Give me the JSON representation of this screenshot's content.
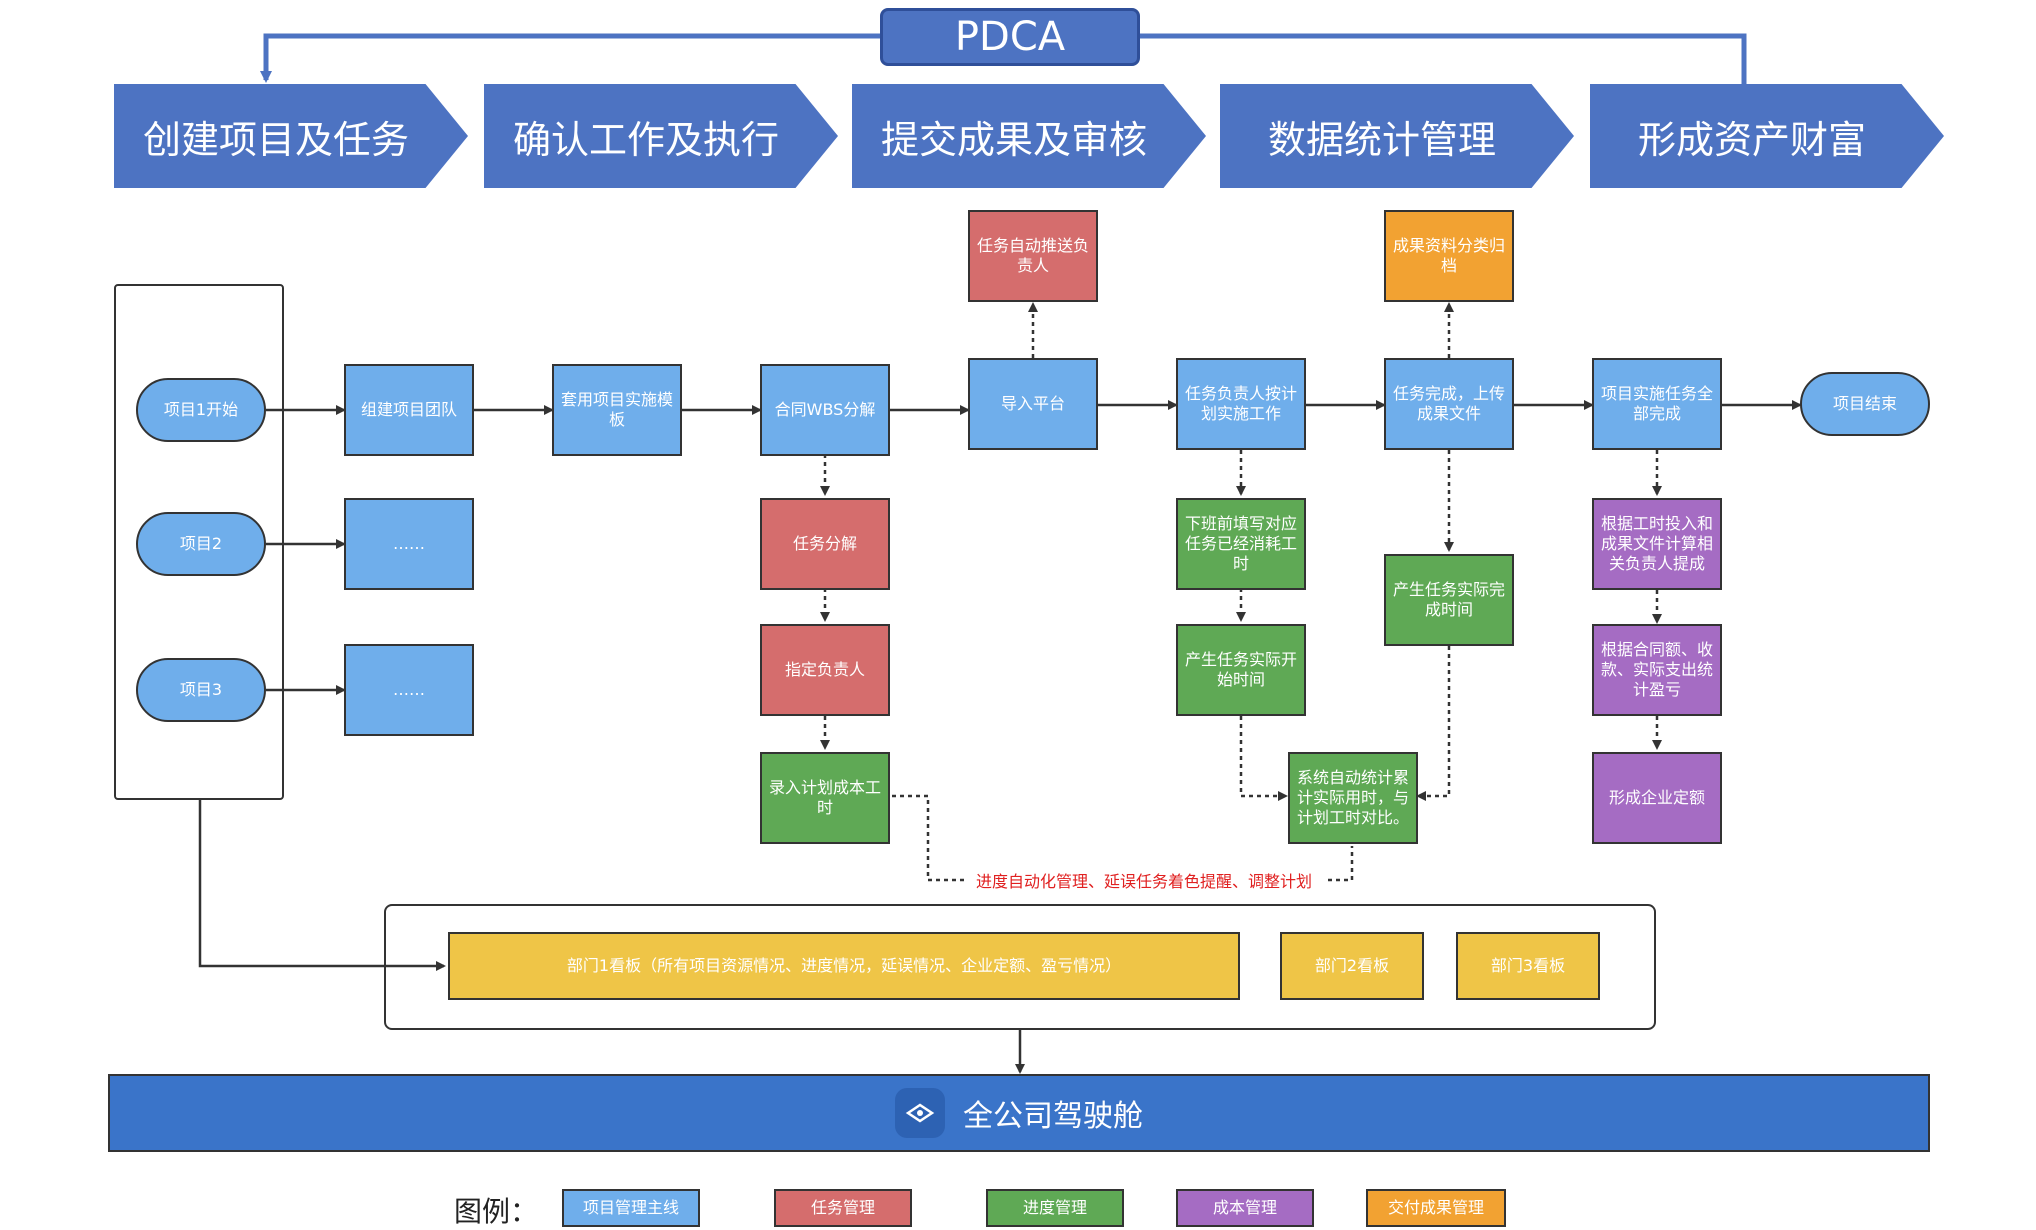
{
  "pdca": "PDCA",
  "phases": [
    "创建项目及任务",
    "确认工作及执行",
    "提交成果及审核",
    "数据统计管理",
    "形成资产财富"
  ],
  "projects": [
    "项目1开始",
    "项目2",
    "项目3"
  ],
  "flow": {
    "team": "组建项目团队",
    "ellipsis1": "……",
    "ellipsis2": "……",
    "template": "套用项目实施模板",
    "wbs": "合同WBS分解",
    "task_split": "任务分解",
    "assign": "指定负责人",
    "plan_cost": "录入计划成本工时",
    "import": "导入平台",
    "push": "任务自动推送负责人",
    "execute": "任务负责人按计划实施工作",
    "fill_hours": "下班前填写对应任务已经消耗工时",
    "start_time": "产生任务实际开始时间",
    "auto_stat": "系统自动统计累计实际用时，与计划工时对比。",
    "complete": "任务完成，上传成果文件",
    "archive": "成果资料分类归档",
    "finish_time": "产生任务实际完成时间",
    "all_done": "项目实施任务全部完成",
    "reward": "根据工时投入和成果文件计算相关负责人提成",
    "profit": "根据合同额、收款、实际支出统计盈亏",
    "quota": "形成企业定额",
    "end": "项目结束"
  },
  "note": "进度自动化管理、延误任务着色提醒、调整计划",
  "dashboards": [
    "部门1看板（所有项目资源情况、进度情况，延误情况、企业定额、盈亏情况）",
    "部门2看板",
    "部门3看板"
  ],
  "cockpit": "全公司驾驶舱",
  "legend": {
    "title": "图例：",
    "items": [
      "项目管理主线",
      "任务管理",
      "进度管理",
      "成本管理",
      "交付成果管理"
    ]
  },
  "colors": {
    "main": "#6faeeb",
    "task": "#d56d6d",
    "progress": "#5fa955",
    "cost": "#a56cc3",
    "delivery": "#f2a232",
    "dashboard": "#efc547",
    "phase": "#4d73c2",
    "cockpit": "#3a74c9"
  }
}
